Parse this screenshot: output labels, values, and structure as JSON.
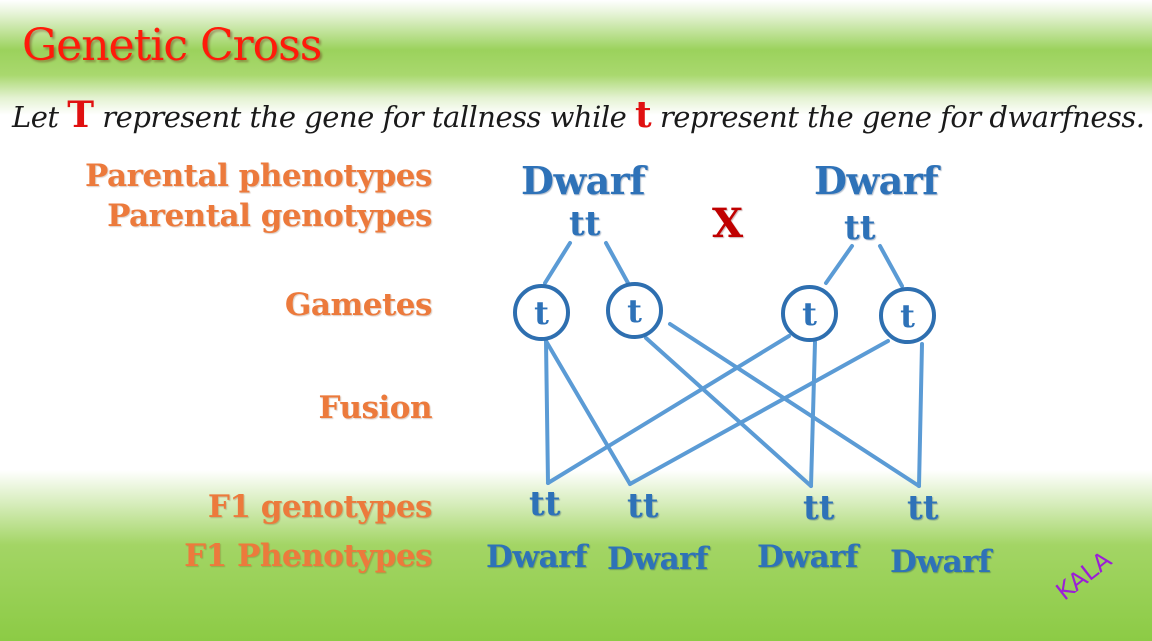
{
  "title": "Genetic Cross",
  "intro": {
    "prefix": "Let ",
    "symbol_tall": "T",
    "middle": " represent the gene for tallness while ",
    "symbol_dwarf": "t",
    "suffix": " represent the gene for dwarfness."
  },
  "row_labels": {
    "parental_phenotypes": "Parental phenotypes",
    "parental_genotypes": "Parental genotypes",
    "gametes": "Gametes",
    "fusion": "Fusion",
    "f1_genotypes": "F1 genotypes",
    "f1_phenotypes": "F1 Phenotypes"
  },
  "parents": [
    {
      "phenotype": "Dwarf",
      "genotype": "tt"
    },
    {
      "phenotype": "Dwarf",
      "genotype": "tt"
    }
  ],
  "cross_symbol": "X",
  "gametes": [
    "t",
    "t",
    "t",
    "t"
  ],
  "offspring": [
    {
      "genotype": "tt",
      "phenotype": "Dwarf"
    },
    {
      "genotype": "tt",
      "phenotype": "Dwarf"
    },
    {
      "genotype": "tt",
      "phenotype": "Dwarf"
    },
    {
      "genotype": "tt",
      "phenotype": "Dwarf"
    }
  ],
  "watermark": "KALA",
  "colors": {
    "title": "#ff1a0a",
    "label": "#ec7a3c",
    "blue_text": "#2e72b8",
    "lines": "#5b9bd5",
    "cross": "#c00000",
    "watermark": "#9b1fd6"
  }
}
